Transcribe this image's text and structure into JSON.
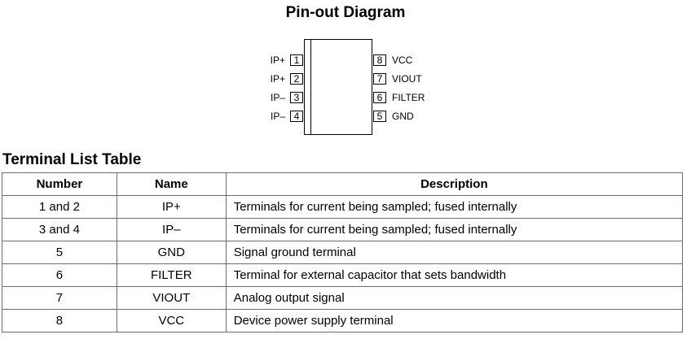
{
  "diagram": {
    "title": "Pin-out Diagram",
    "left_pins": [
      {
        "number": "1",
        "label": "IP+"
      },
      {
        "number": "2",
        "label": "IP+"
      },
      {
        "number": "3",
        "label": "IP–"
      },
      {
        "number": "4",
        "label": "IP–"
      }
    ],
    "right_pins": [
      {
        "number": "8",
        "label": "VCC"
      },
      {
        "number": "7",
        "label": "VIOUT"
      },
      {
        "number": "6",
        "label": "FILTER"
      },
      {
        "number": "5",
        "label": "GND"
      }
    ]
  },
  "table": {
    "title": "Terminal List Table",
    "headers": [
      "Number",
      "Name",
      "Description"
    ],
    "rows": [
      {
        "number": "1 and 2",
        "name": "IP+",
        "description": "Terminals for current being sampled; fused internally"
      },
      {
        "number": "3 and 4",
        "name": "IP–",
        "description": "Terminals for current being sampled; fused internally"
      },
      {
        "number": "5",
        "name": "GND",
        "description": "Signal ground terminal"
      },
      {
        "number": "6",
        "name": "FILTER",
        "description": "Terminal for external capacitor that sets bandwidth"
      },
      {
        "number": "7",
        "name": "VIOUT",
        "description": "Analog output signal"
      },
      {
        "number": "8",
        "name": "VCC",
        "description": "Device power supply terminal"
      }
    ]
  }
}
